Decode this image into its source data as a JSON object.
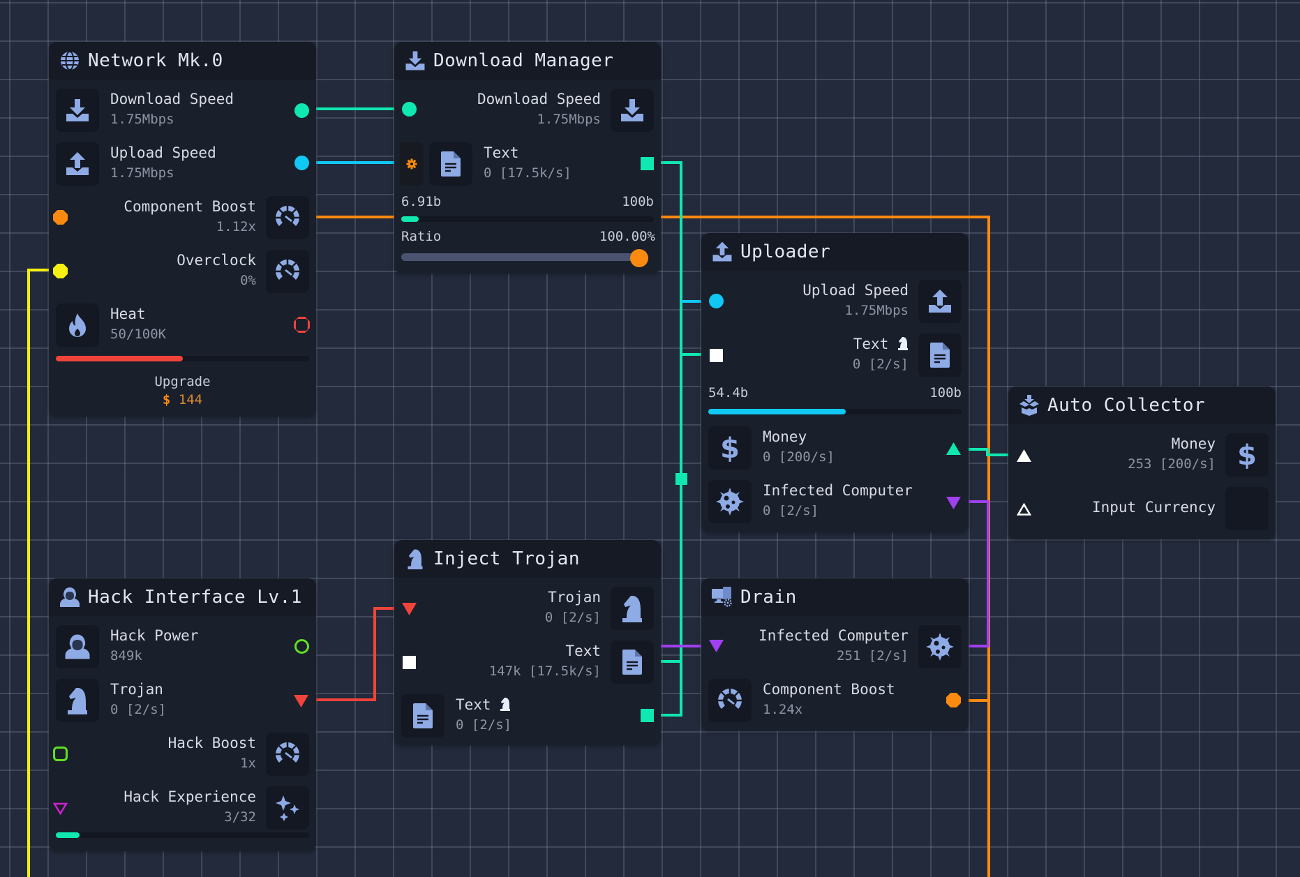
{
  "colors": {
    "cyan": "#0fe8b0",
    "blue": "#10c8f4",
    "orange": "#fb8a10",
    "yellow": "#f5f010",
    "red": "#f0443a",
    "purple": "#a040f0",
    "green": "#60e020",
    "magenta": "#d020d0",
    "icon": "#8fabe6"
  },
  "network": {
    "title": "Network Mk.0",
    "rows": [
      {
        "label": "Download Speed",
        "value": "1.75Mbps"
      },
      {
        "label": "Upload Speed",
        "value": "1.75Mbps"
      },
      {
        "label": "Component Boost",
        "value": "1.12x"
      },
      {
        "label": "Overclock",
        "value": "0%"
      },
      {
        "label": "Heat",
        "value": "50/100K"
      }
    ],
    "heat_fraction": 0.5,
    "upgrade_label": "Upgrade",
    "upgrade_currency": "$",
    "upgrade_cost": "144"
  },
  "download_manager": {
    "title": "Download Manager",
    "rows": [
      {
        "label": "Download Speed",
        "value": "1.75Mbps"
      },
      {
        "label": "Text",
        "value": "0 [17.5k/s]"
      }
    ],
    "progress_current": "6.91b",
    "progress_max": "100b",
    "progress_fraction": 0.07,
    "ratio_label": "Ratio",
    "ratio_value": "100.00%",
    "ratio_fraction": 1.0
  },
  "uploader": {
    "title": "Uploader",
    "rows": [
      {
        "label": "Upload Speed",
        "value": "1.75Mbps"
      },
      {
        "label": "Text",
        "value": "0 [2/s]"
      },
      {
        "label": "Money",
        "value": "0 [200/s]"
      },
      {
        "label": "Infected Computer",
        "value": "0 [2/s]"
      }
    ],
    "progress_current": "54.4b",
    "progress_max": "100b",
    "progress_fraction": 0.544
  },
  "auto_collector": {
    "title": "Auto Collector",
    "rows": [
      {
        "label": "Money",
        "value": "253 [200/s]"
      },
      {
        "label": "Input Currency",
        "value": ""
      }
    ]
  },
  "inject_trojan": {
    "title": "Inject Trojan",
    "rows": [
      {
        "label": "Trojan",
        "value": "0 [2/s]"
      },
      {
        "label": "Text",
        "value": "147k [17.5k/s]"
      },
      {
        "label": "Text",
        "value": "0 [2/s]"
      }
    ]
  },
  "hack_interface": {
    "title": "Hack Interface Lv.1",
    "rows": [
      {
        "label": "Hack Power",
        "value": "849k"
      },
      {
        "label": "Trojan",
        "value": "0 [2/s]"
      },
      {
        "label": "Hack Boost",
        "value": "1x"
      },
      {
        "label": "Hack Experience",
        "value": "3/32"
      }
    ],
    "xp_fraction": 0.094
  },
  "drain": {
    "title": "Drain",
    "rows": [
      {
        "label": "Infected Computer",
        "value": "251 [2/s]"
      },
      {
        "label": "Component Boost",
        "value": "1.24x"
      }
    ]
  }
}
